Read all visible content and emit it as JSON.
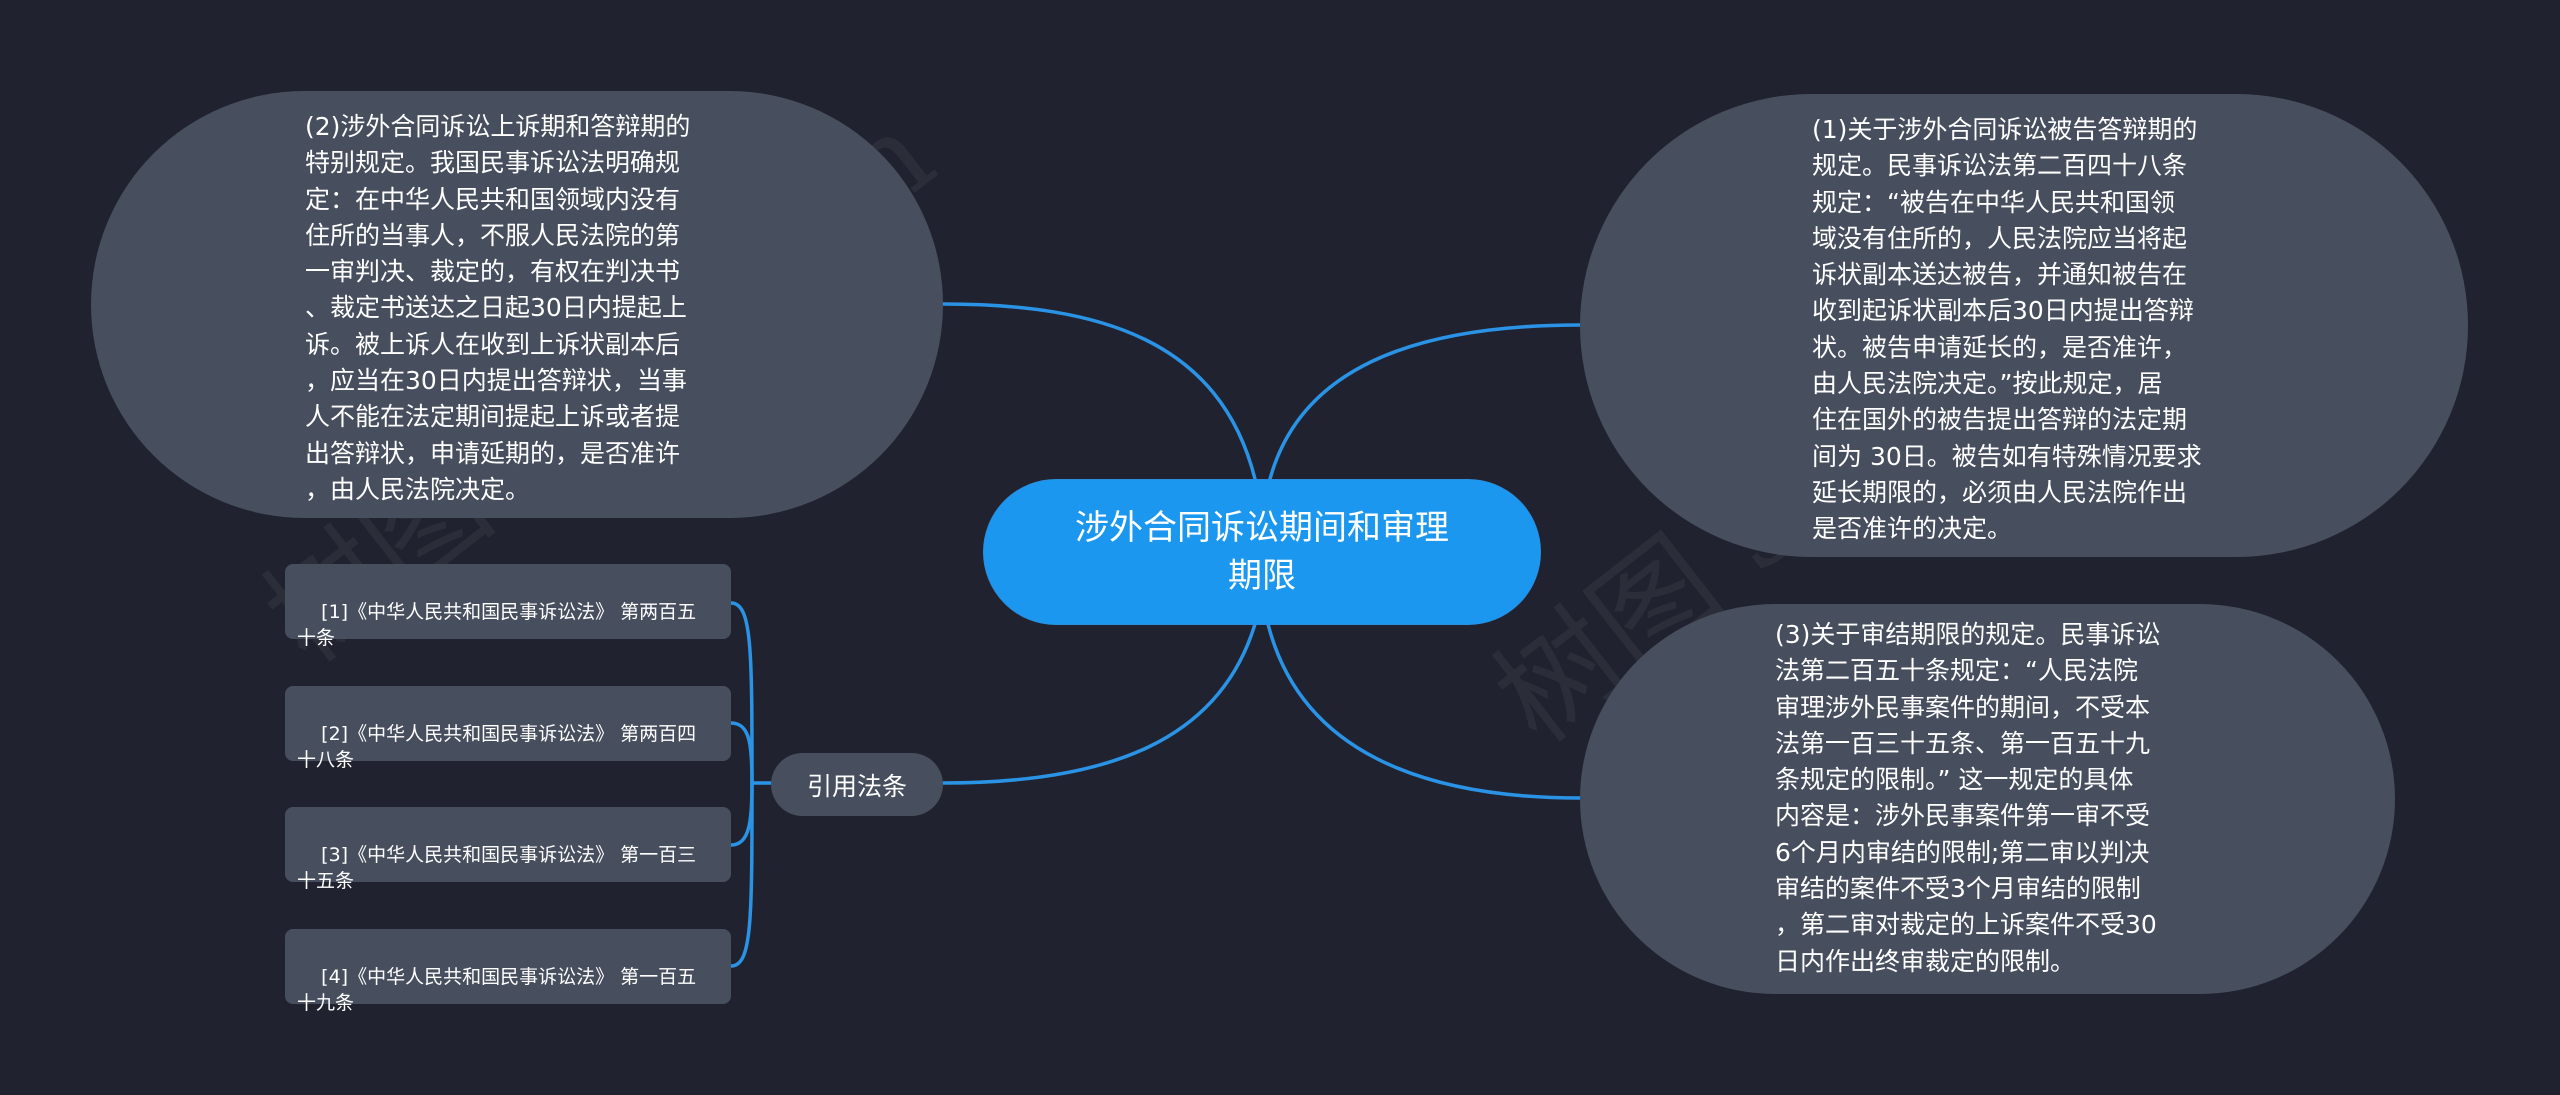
{
  "colors": {
    "background": "#20232f",
    "node_fill": "#474e5d",
    "root_fill": "#1b97f0",
    "connector": "#2a93e6",
    "text": "#ffffff"
  },
  "mindmap": {
    "root": {
      "label": "涉外合同诉讼期间和审理\n期限"
    },
    "branches": {
      "left_top": {
        "lines": "(2)涉外合同诉讼上诉期和答辩期的\n特别规定。我国民事诉讼法明确规\n定：在中华人民共和国领域内没有\n住所的当事人，不服人民法院的第\n一审判决、裁定的，有权在判决书\n、裁定书送达之日起30日内提起上\n诉。被上诉人在收到上诉状副本后\n，应当在30日内提出答辩状，当事\n人不能在法定期间提起上诉或者提\n出答辩状，申请延期的，是否准许\n，由人民法院决定。"
      },
      "right_top": {
        "lines": "(1)关于涉外合同诉讼被告答辩期的\n规定。民事诉讼法第二百四十八条\n规定：“被告在中华人民共和国领\n域没有住所的，人民法院应当将起\n诉状副本送达被告，并通知被告在\n收到起诉状副本后30日内提出答辩\n状。被告申请延长的，是否准许，\n由人民法院决定。”按此规定，居\n住在国外的被告提出答辩的法定期\n间为 30日。被告如有特殊情况要求\n延长期限的，必须由人民法院作出\n是否准许的决定。"
      },
      "right_bottom": {
        "lines": "(3)关于审结期限的规定。民事诉讼\n法第二百五十条规定：“人民法院\n审理涉外民事案件的期间，不受本\n法第一百三十五条、第一百五十九\n条规定的限制。” 这一规定的具体\n内容是：涉外民事案件第一审不受\n6个月内审结的限制;第二审以判决\n审结的案件不受3个月审结的限制\n，第二审对裁定的上诉案件不受30\n日内作出终审裁定的限制。"
      },
      "left_bottom": {
        "label": "引用法条",
        "citations": [
          "[1]《中华人民共和国民事诉讼法》 第两百五\n十条",
          "[2]《中华人民共和国民事诉讼法》 第两百四\n十八条",
          "[3]《中华人民共和国民事诉讼法》 第一百三\n十五条",
          "[4]《中华人民共和国民事诉讼法》 第一百五\n十九条"
        ]
      }
    }
  },
  "watermark": {
    "text_1": "树图 shutu.cn",
    "text_2": "树图 shutu.cn"
  }
}
